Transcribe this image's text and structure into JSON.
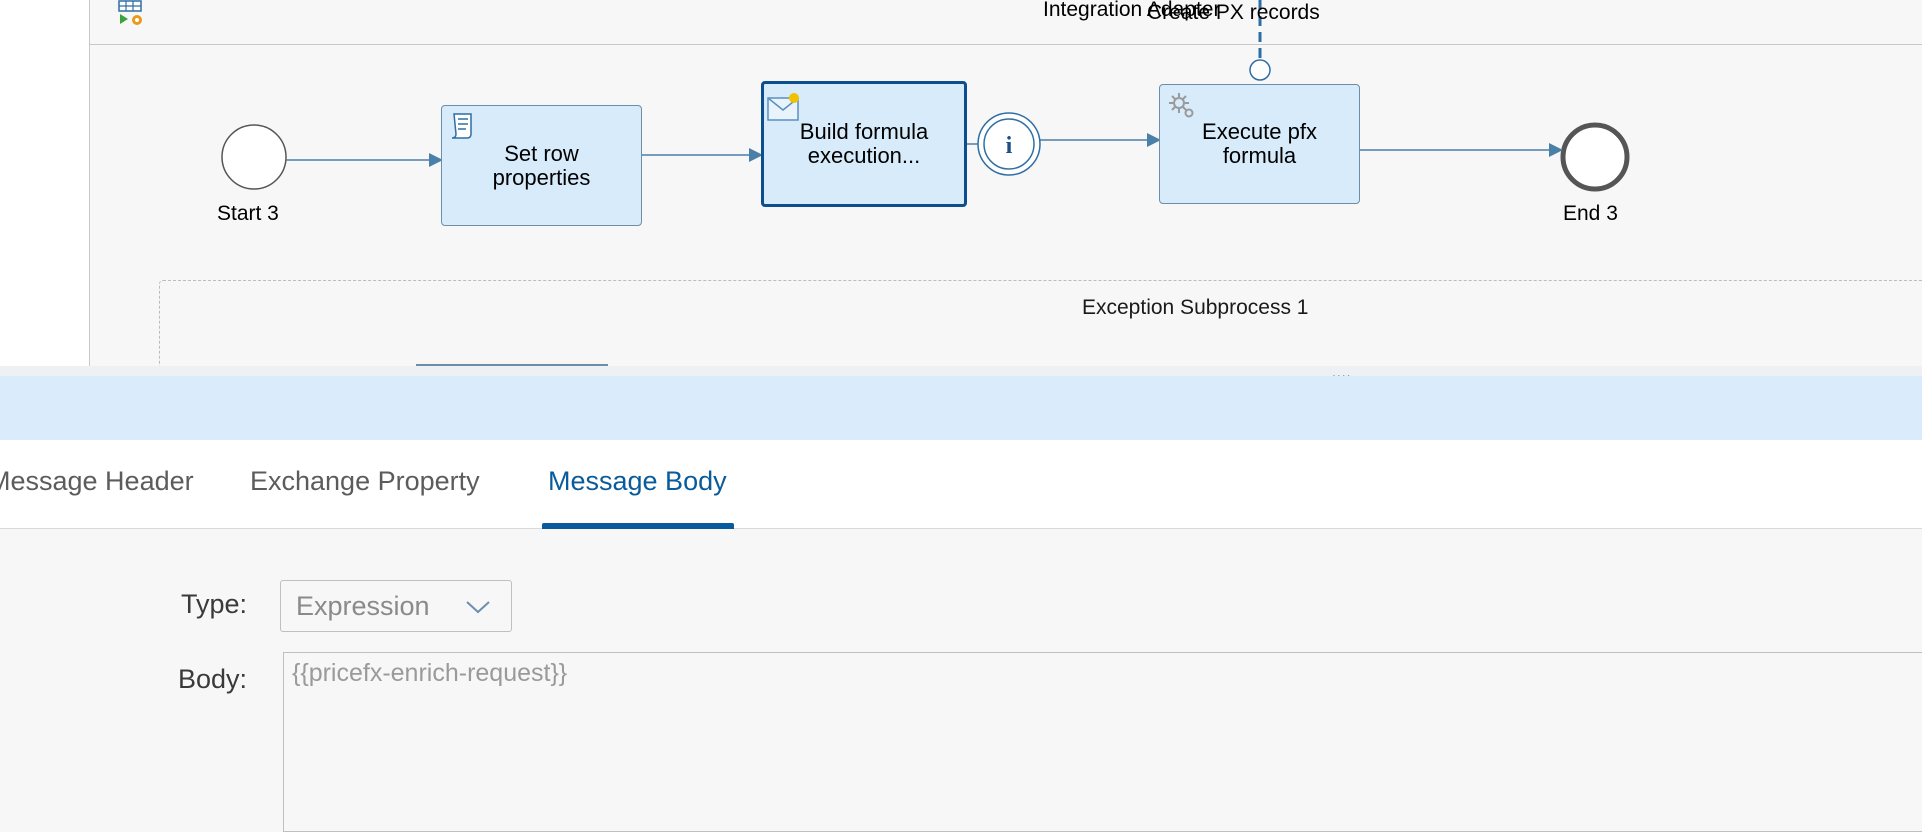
{
  "diagram": {
    "top_labels": {
      "adapter": "Integration Adapter",
      "receiver": "Create PX records"
    },
    "events": {
      "start": "Start 3",
      "end": "End 3"
    },
    "steps": [
      {
        "id": "set-row",
        "line1": "Set row",
        "line2": "properties"
      },
      {
        "id": "build-formula",
        "line1": "Build formula",
        "line2": "execution..."
      },
      {
        "id": "execute-pfx",
        "line1": "Execute pfx",
        "line2": "formula"
      }
    ],
    "subprocess_label": "Exception Subprocess 1",
    "splitter_handle": "....",
    "colors": {
      "step_fill": "#d7ebfb",
      "selected_border": "#0b4f8e",
      "flow_arrow": "#4a7fa8"
    }
  },
  "tabs": [
    {
      "label": "Message Header",
      "active": false
    },
    {
      "label": "Exchange Property",
      "active": false
    },
    {
      "label": "Message Body",
      "active": true
    }
  ],
  "form": {
    "type": {
      "label": "Type:",
      "value": "Expression"
    },
    "body": {
      "label": "Body:",
      "value": "{{pricefx-enrich-request}}"
    }
  },
  "colors": {
    "accent": "#0a5b9b",
    "props_bar": "#daecfb"
  }
}
